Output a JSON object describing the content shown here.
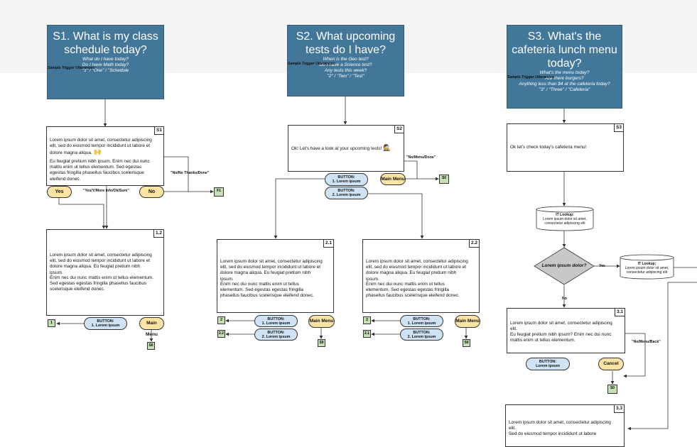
{
  "s1": {
    "title": "S1. What is my class schedule today?",
    "utt_label": "Sample Trigger Utterances:",
    "utterances": [
      "What do I have today?",
      "Do I have Math today?",
      "\"1\" / \"One\" / \"Schedule"
    ],
    "box1": {
      "tag": "S1",
      "p1": "Lorem ipsum dolor sit amet, consectetur adipiscing elit, sed do eiusmod tempor incididunt ut labore et dolore magna aliqua.",
      "emoji": "🙌",
      "p2": "Eu feugiat pretium nibh ipsum. Enim nec dui nunc mattis enim ut tellus elementum. Sed egestas egestas fringilla phasellus faucibus scelerisque eleifend donec."
    },
    "yes": "Yes",
    "no": "No",
    "yes_label": "\"Yes/Y/More info/Ok/Sure\"",
    "no_label": "\"No/No Thanks/Done\"",
    "f1": "F1",
    "box2": {
      "tag": "1.2",
      "p1": "Lorem ipsum dolor sit amet, consectetur adipiscing elit, sed do eiusmod tempor incididunt ut labore et dolore magna aliqua. Eu feugiat pretium nibh ipsum.",
      "p2": "Enim nec dui nunc mattis enim ut tellus elementum. Sed egestas egestas fringilla phasellus faucibus scelerisque eleifend donec."
    },
    "btn1_title": "BUTTON:",
    "btn1_text": "1. Lorem ipsum",
    "main_menu": "Main Menu",
    "sq1": "1",
    "s0": "S0"
  },
  "s2": {
    "title": "S2. What upcoming tests do I have?",
    "utt_label": "Sample Trigger Utterances:",
    "utterances": [
      "When is the Geo test?",
      "Do I have a Science test?",
      "Any tests this week?",
      "\"2\" / \"Two\" / \"Test\""
    ],
    "box1": {
      "tag": "S2",
      "p1": "Ok! Let's have a look at your upcoming tests!",
      "emoji": "🕵"
    },
    "nomenu_label": "\"No/Menu/Done\"",
    "main_menu": "Main Menu",
    "s0": "S0",
    "btn1_title": "BUTTON:",
    "btn1_text": "1. Lorem ipsum",
    "btn2_title": "BUTTON:",
    "btn2_text": "2. Lorem ipsum",
    "box21": {
      "tag": "2.1",
      "p1": "Lorem ipsum dolor sit amet, consectetur adipiscing elit, sed do eiusmod tempor incididunt ut labore et dolore magna aliqua. Eu feugiat pretium nibh ipsum.",
      "p2": "Enim nec dui nunc mattis enim ut tellus elementum. Sed egestas egestas fringilla phasellus faucibus scelerisque eleifend donec."
    },
    "box22": {
      "tag": "2.2",
      "p1": "Lorem ipsum dolor sit amet, consectetur adipiscing elit, sed do eiusmod tempor incididunt ut labore et dolore magna aliqua. Eu feugiat pretium nibh ipsum.",
      "p2": "Enim nec dui nunc mattis enim ut tellus elementum. Sed egestas egestas fringilla phasellus faucibus scelerisque eleifend donec."
    },
    "sq2": "2",
    "sq22": "2.2",
    "sq21": "2.1"
  },
  "s3": {
    "title": "S3. What's the cafeteria lunch menu today?",
    "utt_label": "Sample Trigger Utterances:",
    "utterances": [
      "What's the menu today?",
      "Are there burgers?",
      "Anything less than $4 at the cafeteria today?",
      "\"3\" / \"Three\" / \"Cafeteria\""
    ],
    "box1": {
      "tag": "S3",
      "p1": "Ok let's check today's cafeteria menu!"
    },
    "lookup1": {
      "title": "IT Lookup:",
      "text": "Lorem ipsum dolor sit amet, consectetur adipiscing elit"
    },
    "diamond": "Lorem ipsum dolor?",
    "yes": "Yes",
    "no": "No",
    "lookup2": {
      "title": "IT Lookup:",
      "text": "Lorem ipsum dolor sit amet, consectetur adipiscing elit"
    },
    "box31": {
      "tag": "3.1",
      "p1": "Lorem ipsum dolor sit amet, consectetur adipiscing elit.",
      "p2": "Eu feugiat pretium nibh ipsum? Enim nec dui nunc mattis enim ut tellus elementum."
    },
    "nomenu_label": "\"No/Menu/Back\"",
    "btn_title": "BUTTON:",
    "btn_text": "Lorem ipsum",
    "cancel": "Cancel",
    "s0": "S0",
    "box33": {
      "tag": "3.3",
      "p1": "Lorem ipsum dolor sit amet, consectetur adipiscing elit.",
      "p2": "Sed do eiusmod tempor incididunt ut labore"
    }
  }
}
